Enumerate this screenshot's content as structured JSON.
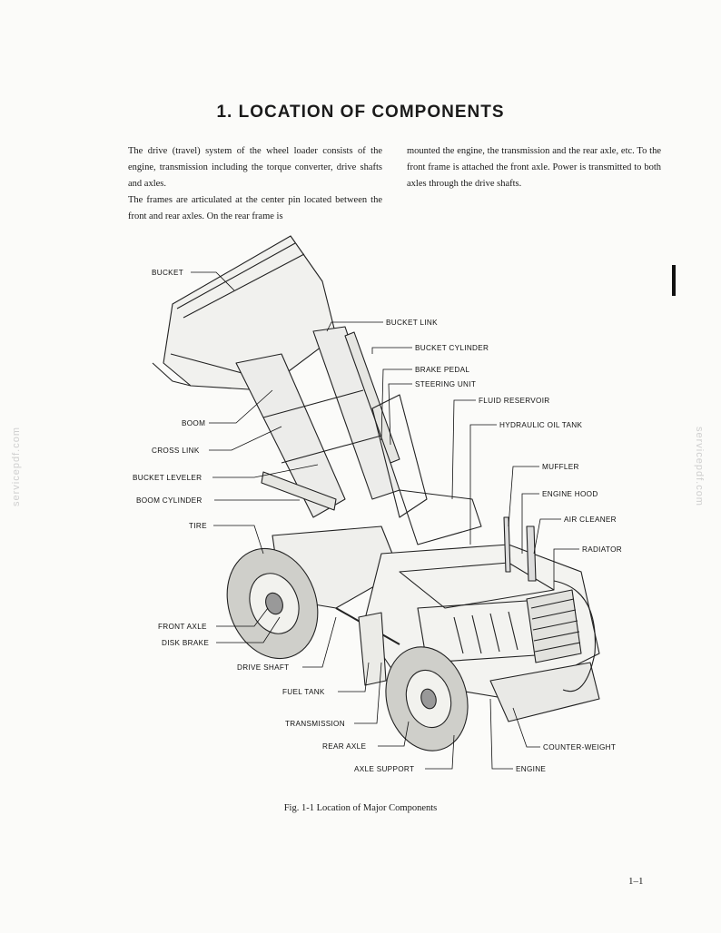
{
  "title": "1. LOCATION OF COMPONENTS",
  "paragraphs": {
    "col1_p1": "The drive (travel) system of the wheel loader consists of the engine, transmission including the torque converter, drive shafts and axles.",
    "col1_p2": "The frames are articulated at the center pin located between the front and rear axles. On the rear frame is",
    "col2_p1": "mounted the engine, the transmission and the rear axle, etc. To the front frame is attached the front axle. Power is transmitted to both axles through the drive shafts."
  },
  "watermark": "servicepdf.com",
  "labels": {
    "bucket": "BUCKET",
    "bucket_link": "BUCKET LINK",
    "bucket_cylinder": "BUCKET CYLINDER",
    "brake_pedal": "BRAKE PEDAL",
    "steering_unit": "STEERING UNIT",
    "fluid_reservoir": "FLUID RESERVOIR",
    "hydraulic_oil_tank": "HYDRAULIC OIL TANK",
    "boom": "BOOM",
    "cross_link": "CROSS LINK",
    "bucket_leveler": "BUCKET LEVELER",
    "boom_cylinder": "BOOM CYLINDER",
    "tire": "TIRE",
    "muffler": "MUFFLER",
    "engine_hood": "ENGINE HOOD",
    "air_cleaner": "AIR CLEANER",
    "radiator": "RADIATOR",
    "front_axle": "FRONT AXLE",
    "disk_brake": "DISK BRAKE",
    "drive_shaft": "DRIVE SHAFT",
    "fuel_tank": "FUEL TANK",
    "transmission": "TRANSMISSION",
    "rear_axle": "REAR AXLE",
    "axle_support": "AXLE SUPPORT",
    "counter_weight": "COUNTER-WEIGHT",
    "engine": "ENGINE"
  },
  "caption": "Fig. 1-1   Location of Major Components",
  "page_number": "1–1"
}
